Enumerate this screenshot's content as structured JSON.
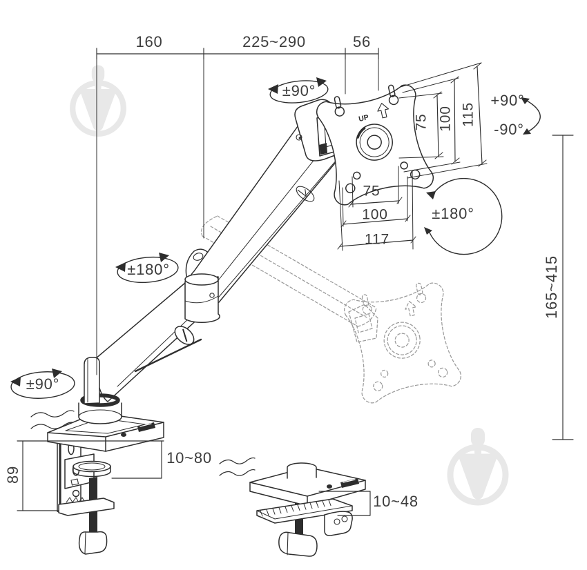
{
  "drawing": {
    "dims": {
      "base_arm_reach": "160",
      "upper_arm_reach": "225~290",
      "head_offset": "56",
      "vesa_vertical_inner": "75",
      "vesa_vertical_outer": "100",
      "plate_height": "115",
      "vesa_horizontal_inner": "75",
      "vesa_horizontal_outer": "100",
      "plate_width": "117",
      "height_range": "165~415",
      "clamp_bracket_height": "89",
      "clamp_desk_thickness": "10~80",
      "grommet_desk_thickness": "10~48"
    },
    "angles": {
      "head_swivel": "±90°",
      "tilt_up": "+90°",
      "tilt_down": "-90°",
      "vesa_rotation": "±180°",
      "elbow_swivel": "±180°",
      "base_swivel": "±90°"
    },
    "plate": {
      "up_label": "UP"
    },
    "colors": {
      "line": "#2e2e2e",
      "dim_line": "#2f2f2f",
      "text": "#3c3c3c",
      "ghost": "#9a9a9a",
      "fill_dark": "#2d2d2d",
      "watermark": "#e8e8e8",
      "background": "#ffffff"
    }
  }
}
